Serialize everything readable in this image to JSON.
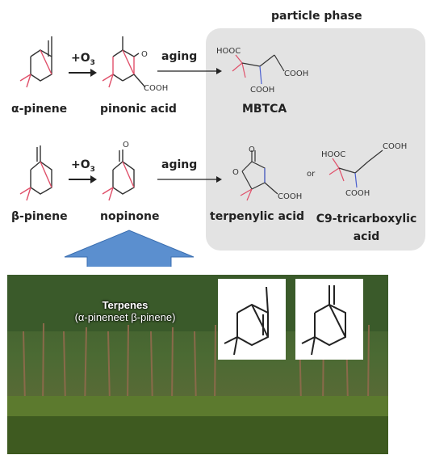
{
  "particle_phase_label": "particle phase",
  "reagent_label": "+O",
  "reagent_subscript": "3",
  "aging_label": "aging",
  "row1": {
    "reactant": "α-pinene",
    "product": "pinonic acid",
    "aged": "MBTCA"
  },
  "row2": {
    "reactant": "β-pinene",
    "product": "nopinone",
    "aged_1": "terpenylic acid",
    "or_label": "or",
    "aged_2": "C9-tricarboxylic acid"
  },
  "groups": {
    "hooc": "HOOC",
    "cooh": "COOH",
    "o": "O"
  },
  "terpenes": {
    "title": "Terpenes",
    "subtitle": "(α-pineneet  β-pinene)"
  },
  "colors": {
    "particle_bg": "#e3e3e3",
    "arrow_blue": "#5b8fcf",
    "red_bond": "#e0506a",
    "blue_bond": "#4a5fd0"
  }
}
